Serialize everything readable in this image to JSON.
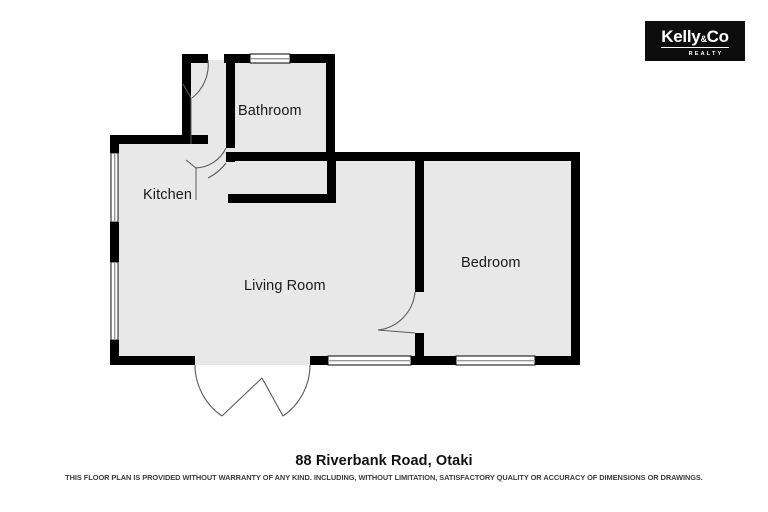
{
  "document": {
    "type": "floor-plan",
    "address": "88 Riverbank Road, Otaki",
    "disclaimer": "THIS FLOOR PLAN IS PROVIDED WITHOUT WARRANTY OF ANY KIND. INCLUDING, WITHOUT LIMITATION,  SATISFACTORY QUALITY OR ACCURACY OF DIMENSIONS OR DRAWINGS.",
    "background_color": "#ffffff"
  },
  "logo": {
    "name_part1": "Kelly",
    "ampersand": "&",
    "name_part2": "Co",
    "tagline": "REALTY",
    "background_color": "#0d0d0d",
    "text_color": "#ffffff"
  },
  "plan": {
    "wall_color": "#000000",
    "floor_color": "#e8e8e8",
    "window_color": "#ffffff",
    "door_arc_color": "#4a4a4a",
    "rooms": [
      {
        "id": "bathroom",
        "label": "Bathroom"
      },
      {
        "id": "kitchen",
        "label": "Kitchen"
      },
      {
        "id": "living-room",
        "label": "Living Room"
      },
      {
        "id": "bedroom",
        "label": "Bedroom"
      }
    ],
    "openings": {
      "windows": 6,
      "doors": 5
    }
  }
}
